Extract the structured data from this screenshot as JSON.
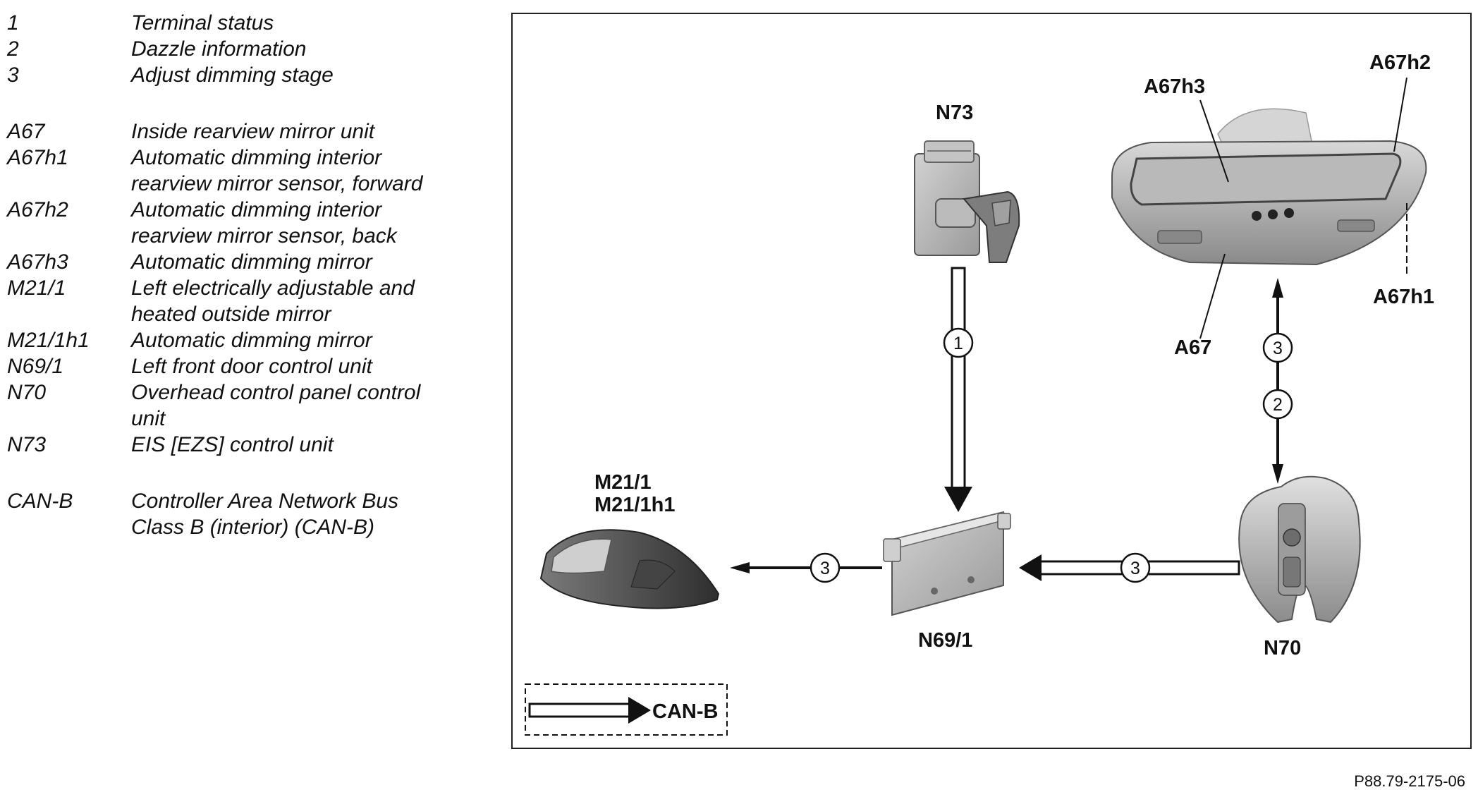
{
  "legend": [
    {
      "key": "1",
      "lines": [
        "Terminal status"
      ]
    },
    {
      "key": "2",
      "lines": [
        "Dazzle information"
      ]
    },
    {
      "key": "3",
      "lines": [
        "Adjust dimming stage"
      ]
    },
    {
      "key": "A67",
      "lines": [
        "Inside rearview mirror unit"
      ]
    },
    {
      "key": "A67h1",
      "lines": [
        "Automatic dimming interior",
        "rearview mirror sensor, forward"
      ]
    },
    {
      "key": "A67h2",
      "lines": [
        "Automatic dimming interior",
        "rearview mirror sensor, back"
      ]
    },
    {
      "key": "A67h3",
      "lines": [
        "Automatic dimming mirror"
      ]
    },
    {
      "key": "M21/1",
      "lines": [
        "Left electrically adjustable and",
        "heated outside mirror"
      ]
    },
    {
      "key": "M21/1h1",
      "lines": [
        "Automatic dimming mirror"
      ]
    },
    {
      "key": "N69/1",
      "lines": [
        "Left front door control unit"
      ]
    },
    {
      "key": "N70",
      "lines": [
        "Overhead control panel control",
        "unit"
      ]
    },
    {
      "key": "N73",
      "lines": [
        "EIS [EZS] control unit"
      ]
    },
    {
      "key": "CAN-B",
      "lines": [
        "Controller Area Network Bus",
        "Class B (interior) (CAN-B)"
      ]
    }
  ],
  "diagram": {
    "labels": {
      "n73": "N73",
      "a67h3": "A67h3",
      "a67h2": "A67h2",
      "a67h1": "A67h1",
      "a67": "A67",
      "m21_1": "M21/1",
      "m21_1h1": "M21/1h1",
      "n69_1": "N69/1",
      "n70": "N70",
      "canb": "CAN-B"
    },
    "signals": {
      "n73_to_n69": "1",
      "a67_up": "3",
      "a67_down": "2",
      "n69_to_mirror": "3",
      "n70_to_n69": "3"
    }
  },
  "footer": {
    "ref": "P88.79-2175-06"
  }
}
